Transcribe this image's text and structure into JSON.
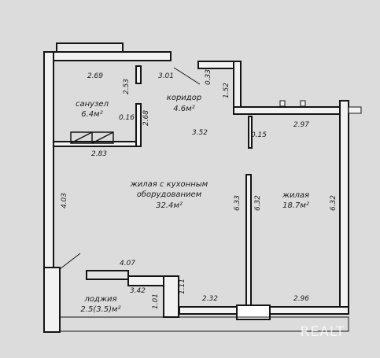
{
  "rooms": {
    "bathroom": {
      "name": "санузел",
      "area": "6.4м²"
    },
    "corridor": {
      "name": "коридор",
      "area": "4.6м²"
    },
    "living_kitchen": {
      "name": "жилая с кухонным",
      "name_2": "оборудованием",
      "area": "32.4м²"
    },
    "living": {
      "name": "жилая",
      "area": "18.7м²"
    },
    "loggia": {
      "name": "лоджия",
      "area": "2.5(3.5)м²"
    }
  },
  "dimensions": {
    "d_2_69": "2.69",
    "d_2_53": "2.53",
    "d_3_01": "3.01",
    "d_0_33": "0.33",
    "d_1_52": "1.52",
    "d_0_16": "0.16",
    "d_2_68": "2.68",
    "d_3_52": "3.52",
    "d_2_97": "2.97",
    "d_0_15": "0.15",
    "d_2_83": "2.83",
    "d_4_03": "4.03",
    "d_6_33": "6.33",
    "d_6_32_a": "6.32",
    "d_6_32_b": "6.32",
    "d_4_07": "4.07",
    "d_3_42": "3.42",
    "d_1_11": "1.11",
    "d_1_01": "1.01",
    "d_2_32": "2.32",
    "d_2_96": "2.96"
  },
  "watermark": "REALT",
  "colors": {
    "paper": "#dcdcdc",
    "wall": "#141414",
    "wall_fill": "#f2f2f2",
    "ink": "#1c1c1c"
  }
}
